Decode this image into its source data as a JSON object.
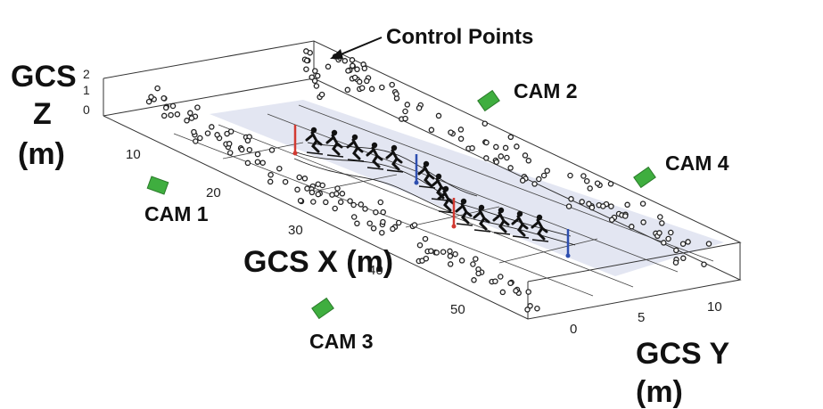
{
  "labels": {
    "control_points": "Control Points",
    "z_axis": [
      "GCS",
      "Z",
      "(m)"
    ],
    "x_axis": "GCS X (m)",
    "y_axis": [
      "GCS Y",
      "(m)"
    ]
  },
  "cameras": {
    "cam1": "CAM 1",
    "cam2": "CAM 2",
    "cam3": "CAM 3",
    "cam4": "CAM 4"
  },
  "ticks": {
    "x": [
      "10",
      "20",
      "30",
      "40",
      "50"
    ],
    "y": [
      "0",
      "5",
      "10"
    ],
    "z": [
      "2",
      "1",
      "0"
    ]
  },
  "colors": {
    "camera": "#3fae3f",
    "marker_red": "#d23a32",
    "marker_blue": "#2e4fb0",
    "track": "#e3e6f2"
  },
  "icons": {
    "arrow": "arrow-icon",
    "camera": "camera-icon",
    "skier": "skier-icon"
  }
}
